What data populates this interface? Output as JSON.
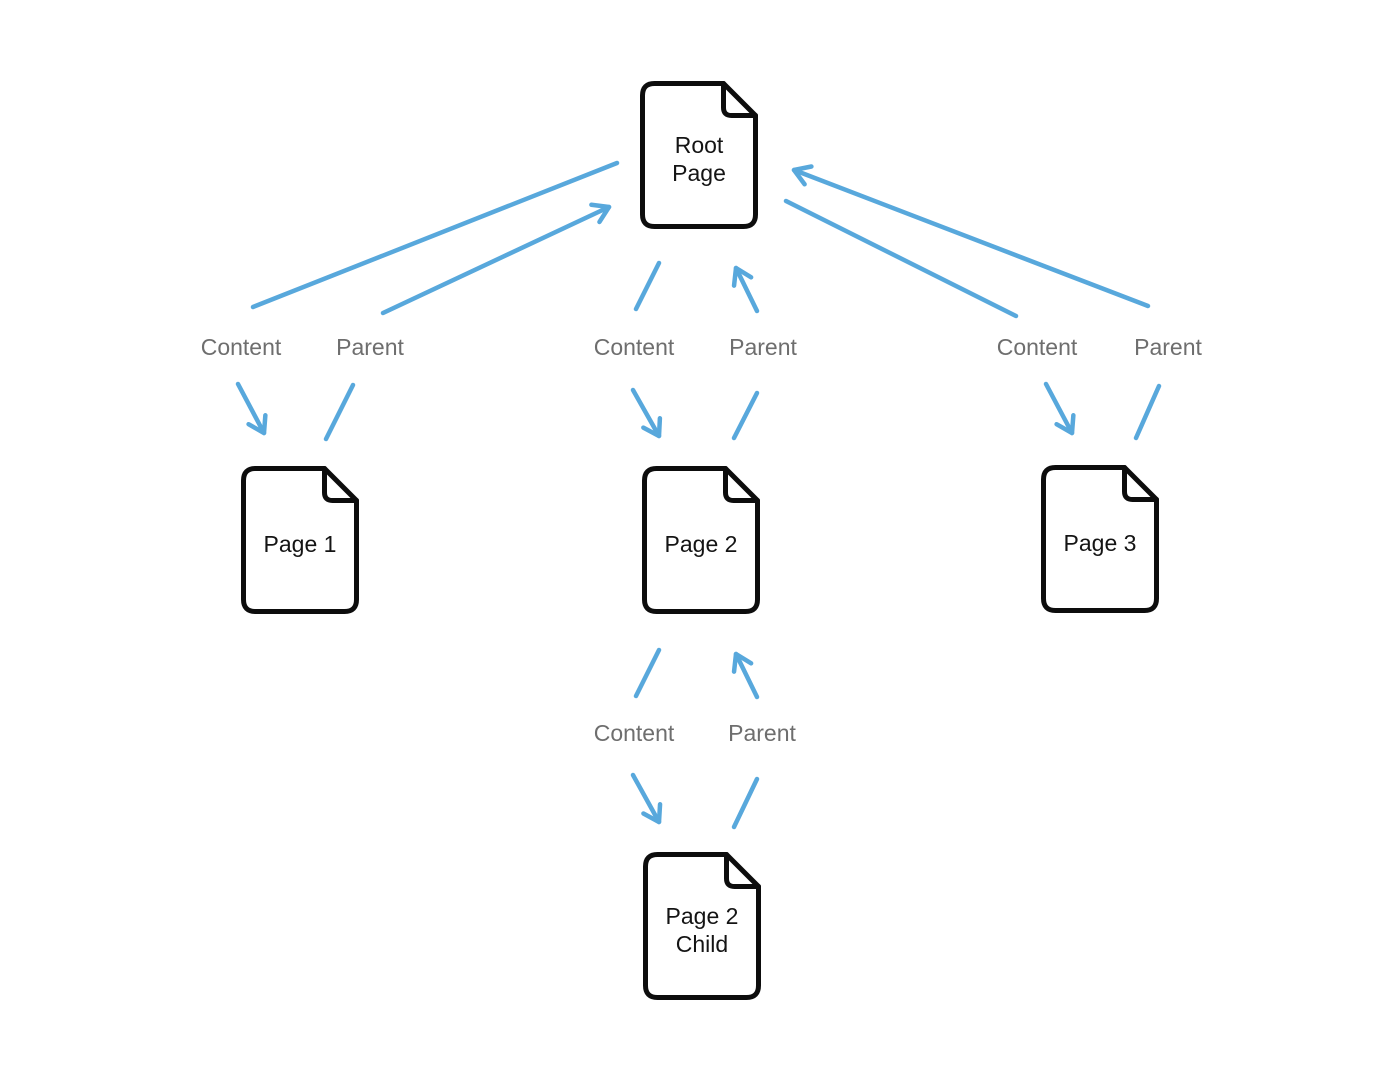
{
  "colors": {
    "arrow": "#58A8DC",
    "edge_label": "#6E6E6E",
    "node_border": "#0D0D0D",
    "node_fill": "#FFFFFF",
    "node_text": "#141414",
    "background": "#FFFFFF"
  },
  "nodes": {
    "root": {
      "label": "Root\nPage"
    },
    "page1": {
      "label": "Page 1"
    },
    "page2": {
      "label": "Page 2"
    },
    "page3": {
      "label": "Page 3"
    },
    "page2_child": {
      "label": "Page 2\nChild"
    }
  },
  "edges": {
    "root_page1": {
      "content_label": "Content",
      "parent_label": "Parent"
    },
    "root_page2": {
      "content_label": "Content",
      "parent_label": "Parent"
    },
    "root_page3": {
      "content_label": "Content",
      "parent_label": "Parent"
    },
    "page2_page2_child": {
      "content_label": "Content",
      "parent_label": "Parent"
    }
  }
}
